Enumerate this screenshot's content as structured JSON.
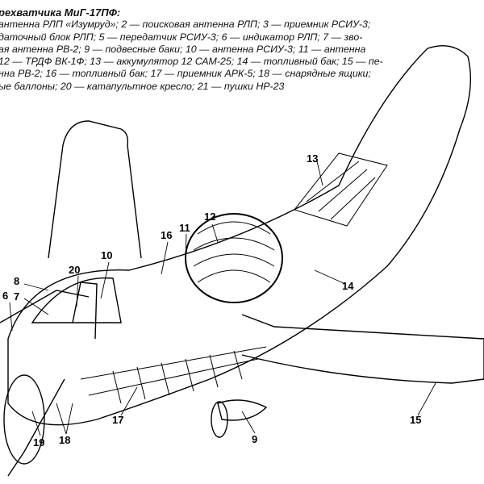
{
  "caption": {
    "title": "рехватчика МиГ-17ПФ:",
    "lines": [
      "антенна РЛП «Изумруд»; 2 — поисковая антенна РЛП; 3 — приемник РСИУ-3;",
      "даточный блок РЛП; 5 — передатчик РСИУ-3; 6 — индикатор РЛП; 7 — зво-",
      "ая антенна РВ-2; 9 — подвесные баки; 10 — антенна РСИУ-3; 11 — антенна",
      " 12 — ТРДФ ВК-1Ф; 13 — аккумулятор 12 САМ-25; 14 — топливный бак; 15 — пе-",
      "нна РВ-2; 16 — топливный бак; 17 — приемник АРК-5; 18 — снарядные ящики;",
      "ые баллоны; 20 — катапультное кресло; 21 — пушки НР-23"
    ]
  },
  "callouts": [
    "13",
    "12",
    "11",
    "16",
    "10",
    "20",
    "8",
    "7",
    "6",
    "14",
    "17",
    "15",
    "9",
    "19",
    "18"
  ]
}
